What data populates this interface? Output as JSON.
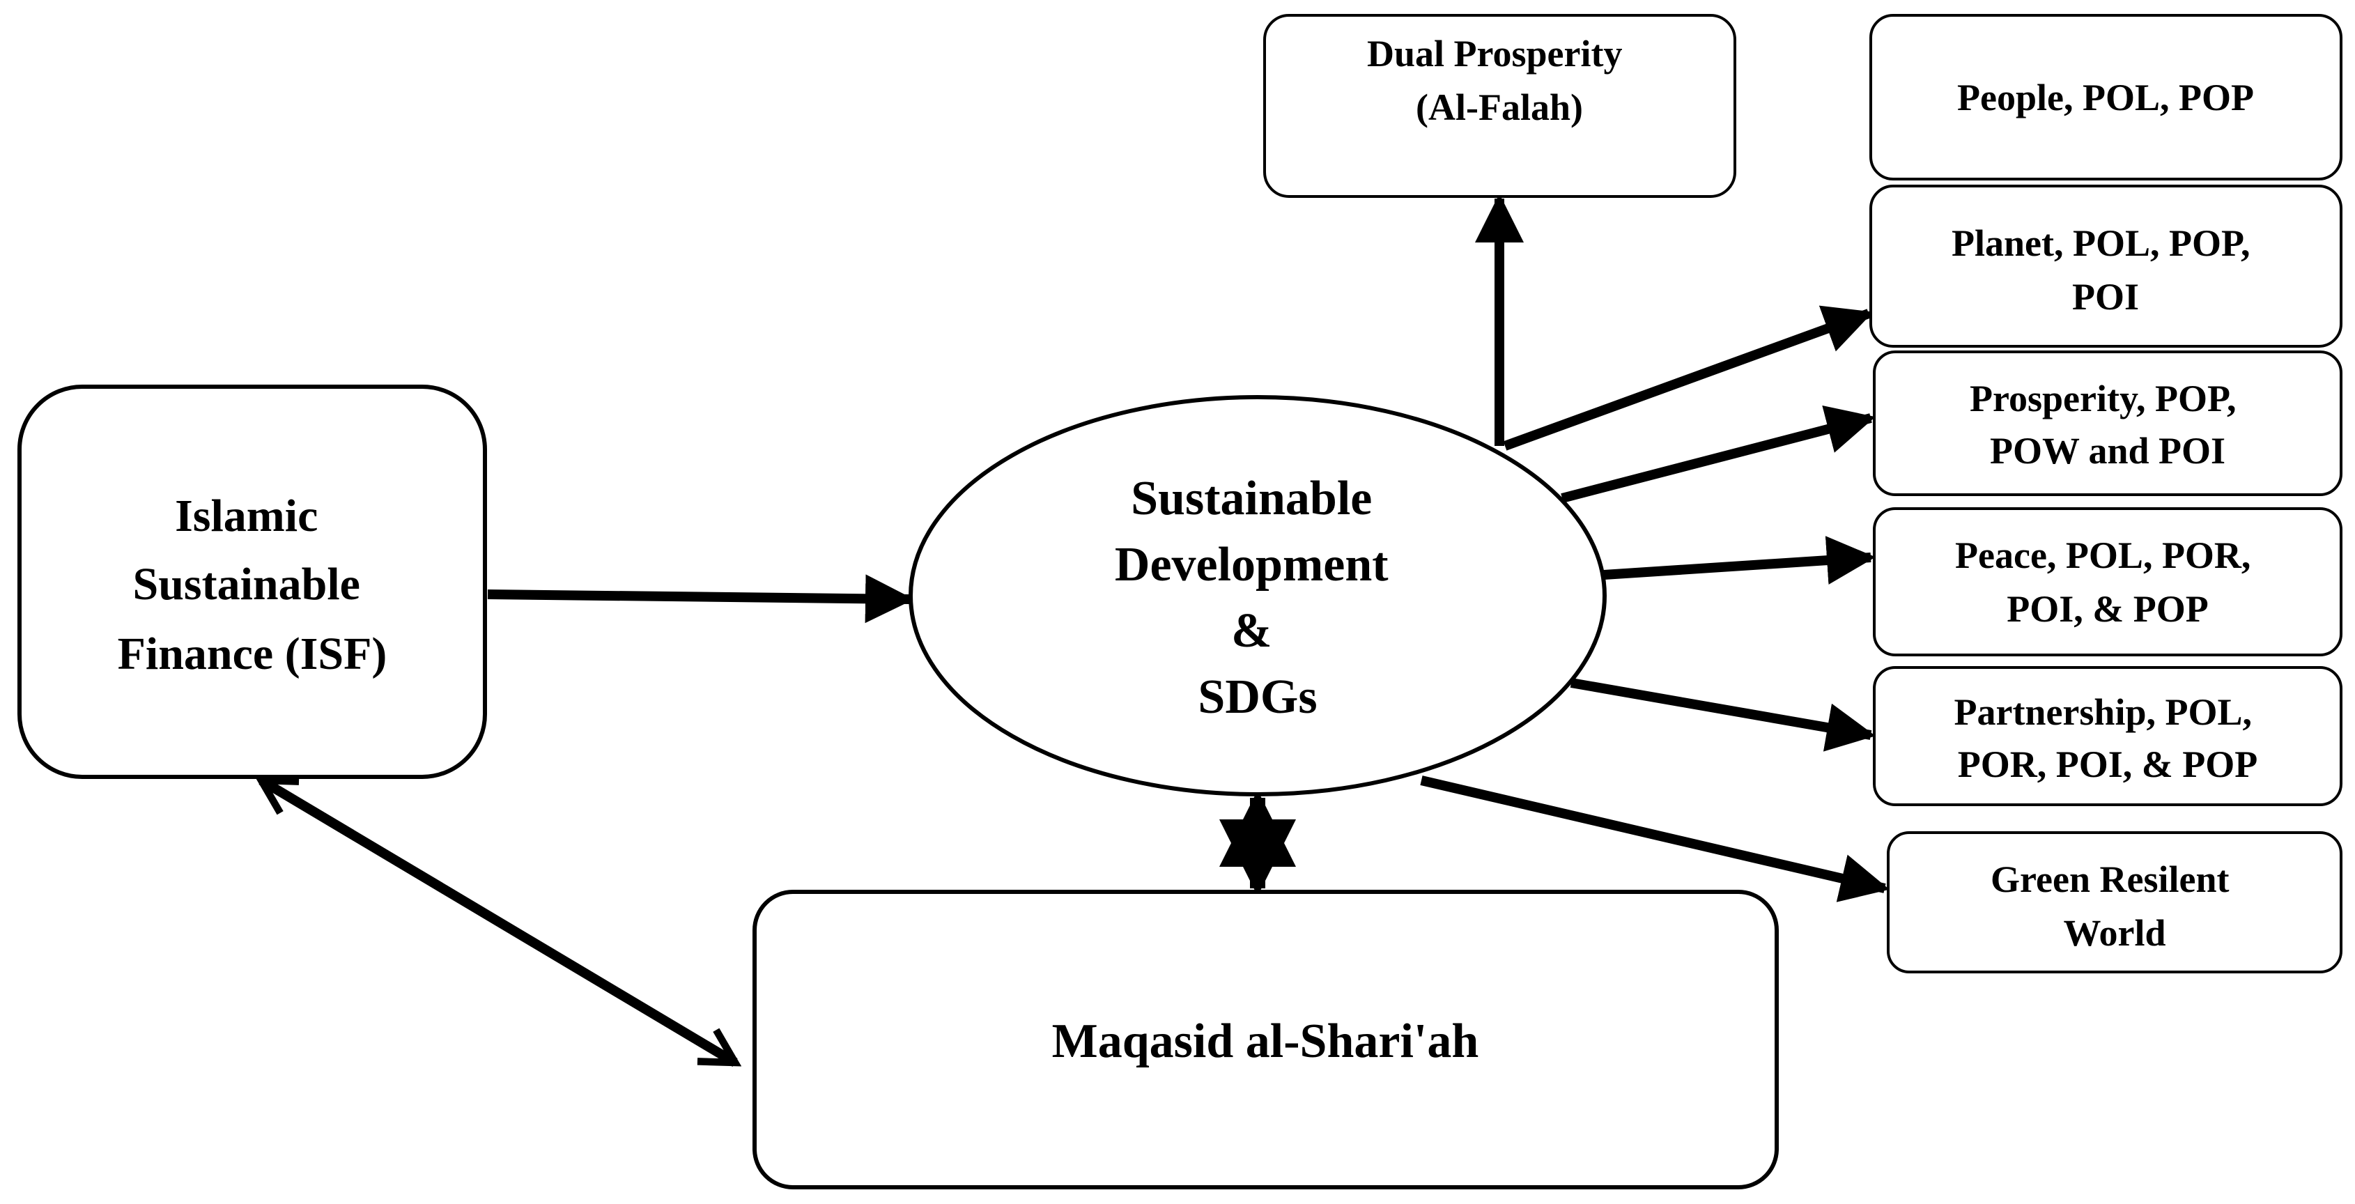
{
  "nodes": {
    "isf": {
      "lines": [
        "Islamic",
        "Sustainable",
        "Finance (ISF)"
      ]
    },
    "sdg": {
      "lines": [
        "Sustainable",
        "Development",
        "&",
        "SDGs"
      ]
    },
    "maqasid": {
      "lines": [
        "Maqasid al-Shari'ah"
      ]
    },
    "dual_prosperity": {
      "lines": [
        "Dual Prosperity",
        "(Al-Falah)"
      ]
    },
    "people": {
      "lines": [
        "People, POL, POP"
      ]
    },
    "planet": {
      "lines": [
        "Planet, POL, POP,",
        "POI"
      ]
    },
    "prosperity": {
      "lines": [
        "Prosperity, POP,",
        "POW and POI"
      ]
    },
    "peace": {
      "lines": [
        "Peace, POL, POR,",
        "POI, & POP"
      ]
    },
    "partnership": {
      "lines": [
        "Partnership, POL,",
        "POR, POI, & POP"
      ]
    },
    "green": {
      "lines": [
        "Green Resilent",
        "World"
      ]
    }
  },
  "edges": [
    {
      "from": "isf",
      "to": "sdg",
      "direction": "forward"
    },
    {
      "from": "isf",
      "to": "maqasid",
      "direction": "both"
    },
    {
      "from": "sdg",
      "to": "maqasid",
      "direction": "both"
    },
    {
      "from": "sdg",
      "to": "dual_prosperity",
      "direction": "forward"
    },
    {
      "from": "sdg",
      "to": "planet",
      "direction": "forward"
    },
    {
      "from": "sdg",
      "to": "prosperity",
      "direction": "forward"
    },
    {
      "from": "sdg",
      "to": "peace",
      "direction": "forward"
    },
    {
      "from": "sdg",
      "to": "partnership",
      "direction": "forward"
    },
    {
      "from": "sdg",
      "to": "green",
      "direction": "forward"
    }
  ],
  "colors": {
    "stroke": "#000000",
    "fill": "#ffffff",
    "text": "#000000"
  }
}
